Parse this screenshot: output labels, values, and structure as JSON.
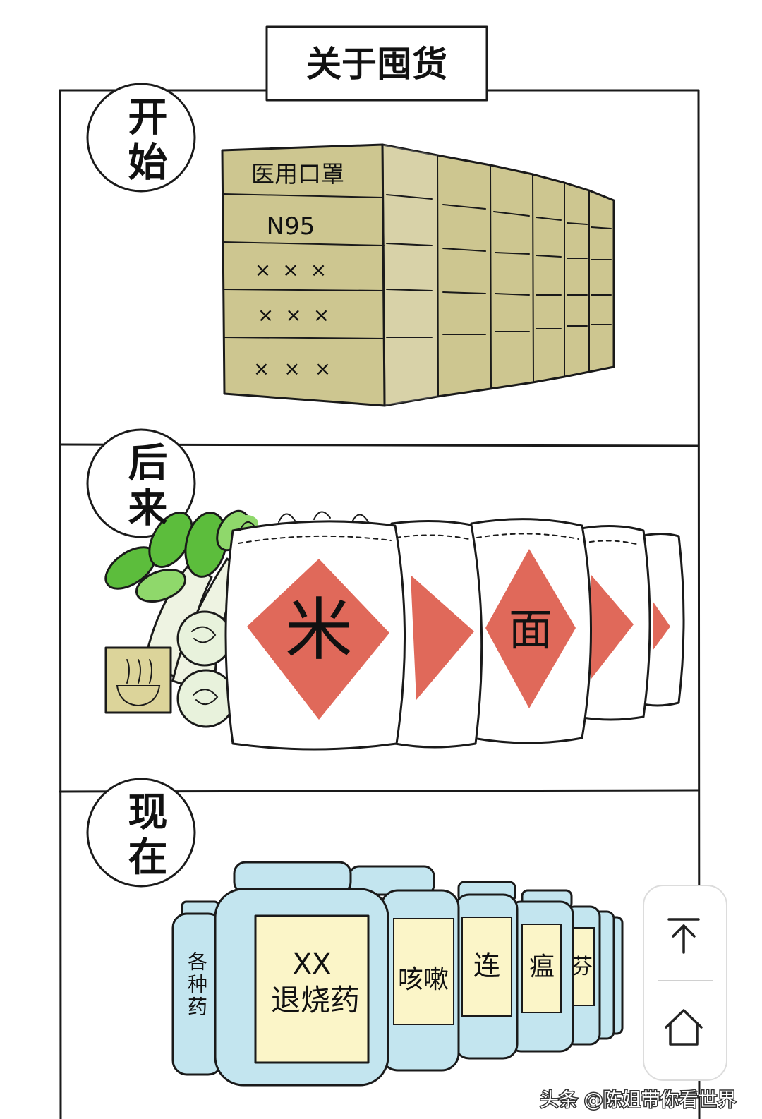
{
  "title": "关于囤货",
  "panels": [
    {
      "label": "开始",
      "box_labels": [
        "医用口罩",
        "N95",
        "×××",
        "×××",
        "×××"
      ]
    },
    {
      "label": "后来",
      "bag_labels": [
        "米",
        "面"
      ]
    },
    {
      "label": "现在",
      "jar_labels": {
        "various": "各种药",
        "fever_line1": "XX",
        "fever_line2": "退烧药",
        "cough": "咳嗽",
        "lian": "连",
        "wen": "瘟",
        "fen": "芬"
      }
    }
  ],
  "floating_toolbar": {
    "scroll_top_icon": "arrow-up-to-top-icon",
    "home_icon": "home-icon"
  },
  "caption": "头条 @陈姐带你看世界",
  "colors": {
    "box": "#cdc690",
    "rice": "#e0695a",
    "jar": "#c3e5ef",
    "label": "#fbf5c8",
    "leaf": "#5cbd3c",
    "leaf_light": "#8fd86b"
  }
}
